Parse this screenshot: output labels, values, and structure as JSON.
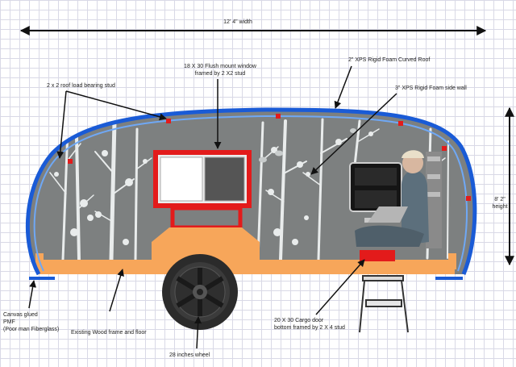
{
  "dimensions": {
    "width_label": "12' 4\" width",
    "height_label_line1": "8' 2\"",
    "height_label_line2": "height"
  },
  "labels": {
    "roof_stud": "2 x 2 roof load bearing stud",
    "window_line1": "18 X 30 Flush mount window",
    "window_line2": "framed by 2 X2 stud",
    "curved_roof": "2\" XPS Rigid Foam Curved Roof",
    "side_wall": "3\" XPS Rigid Foam side wall",
    "canvas_line1": "Canvas glued",
    "canvas_line2": "PMF",
    "canvas_line3": "(Poor man Fiberglass)",
    "wood_frame": "Existing Wood frame and floor",
    "wheel": "28 inches wheel",
    "cargo_line1": "20 X 30 Cargo door",
    "cargo_line2": "bottom framed by 2 X 4 stud"
  },
  "colors": {
    "shell_outline": "#1a5bd6",
    "wall_fill": "#7d8080",
    "frame": "#f7a65a",
    "window_frame": "#e31b1b",
    "stud_marker": "#e31b1b",
    "arrow": "#111111"
  }
}
